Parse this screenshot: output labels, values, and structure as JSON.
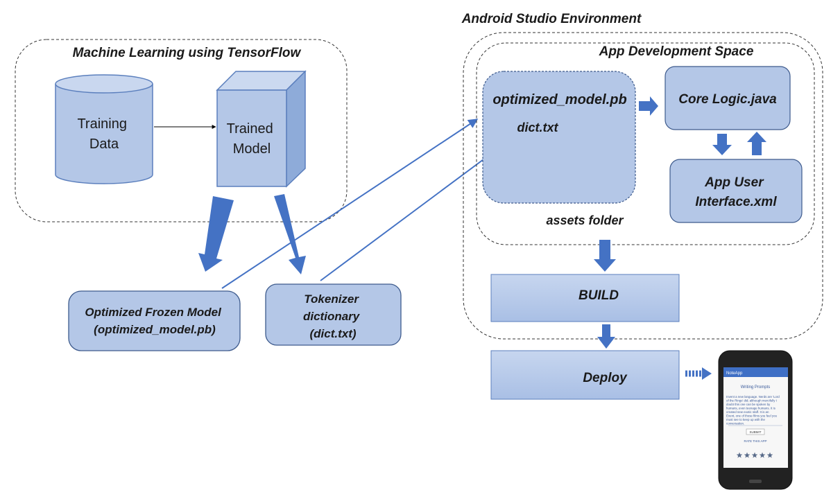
{
  "labels": {
    "ml_title": "Machine Learning using TensorFlow",
    "training_data": [
      "Training",
      "Data"
    ],
    "trained_model": [
      "Trained",
      "Model"
    ],
    "frozen_model": [
      "Optimized  Frozen Model",
      "(optimized_model.pb)"
    ],
    "tokenizer": [
      "Tokenizer",
      "dictionary",
      "(dict.txt)"
    ],
    "android_title": "Android Studio Environment",
    "app_space_title": "App Development Space",
    "assets_model": "optimized_model.pb",
    "assets_dict": "dict.txt",
    "assets_folder": "assets folder",
    "core_logic": "Core Logic.java",
    "app_ui": [
      "App User",
      "Interface.xml"
    ],
    "build": "BUILD",
    "deploy": "Deploy"
  },
  "phone": {
    "title": "NoteApp",
    "screen_heading": "Writing Prompts",
    "body_lines": [
      "Invent a new language. Nerds are 'Lord",
      "of the Rings' did; although mercifully I",
      "doubt this one can be spoken by",
      "humans, even teenage humans. It is",
      "created new exotic staff. It is an",
      "Event, one of those films you feel you",
      "must see to keep up with the",
      "conversation."
    ],
    "submit_label": "SUBMIT",
    "rating_label": "RATE THIS APP",
    "stars": 5
  },
  "colors": {
    "fill": "#b4c7e7",
    "stroke": "#5b7fbd",
    "arrow": "#4472c4",
    "text": "#1a1a1a"
  }
}
